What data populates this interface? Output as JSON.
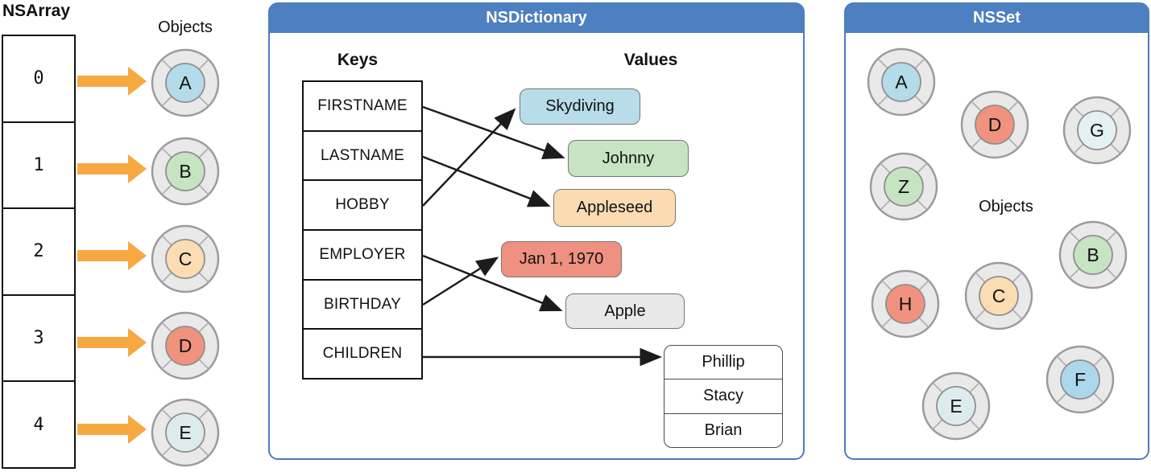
{
  "colors": {
    "panel_border_blue": "#4a7dbf",
    "header_blue": "#4d80c1",
    "arrow_orange": "#f7a841",
    "arrow_black": "#1c1c1c",
    "token_ring_gray": "#e9e9e9",
    "pill_blue": "#b8dcea",
    "pill_green": "#c6e3c2",
    "pill_peach": "#fbdcb2",
    "pill_salmon": "#ee9180",
    "pill_gray": "#e8e8e8"
  },
  "nsarray": {
    "title": "NSArray",
    "objects_label": "Objects",
    "cells": [
      {
        "index": "0",
        "letter": "A",
        "color": "#b3dbe9"
      },
      {
        "index": "1",
        "letter": "B",
        "color": "#c6e3c2"
      },
      {
        "index": "2",
        "letter": "C",
        "color": "#fcdcb2"
      },
      {
        "index": "3",
        "letter": "D",
        "color": "#f0927e"
      },
      {
        "index": "4",
        "letter": "E",
        "color": "#dcecee"
      }
    ]
  },
  "nsdictionary": {
    "title": "NSDictionary",
    "keys_label": "Keys",
    "values_label": "Values",
    "keys": [
      "FIRSTNAME",
      "LASTNAME",
      "HOBBY",
      "EMPLOYER",
      "BIRTHDAY",
      "CHILDREN"
    ],
    "values": [
      {
        "text": "Skydiving",
        "color": "#b8dcea"
      },
      {
        "text": "Johnny",
        "color": "#c6e3c2"
      },
      {
        "text": "Appleseed",
        "color": "#fbdcb2"
      },
      {
        "text": "Jan 1, 1970",
        "color": "#ee9180"
      },
      {
        "text": "Apple",
        "color": "#e8e8e8"
      }
    ],
    "children": [
      "Phillip",
      "Stacy",
      "Brian"
    ],
    "entries": [
      {
        "key": "FIRSTNAME",
        "value": "Johnny"
      },
      {
        "key": "LASTNAME",
        "value": "Appleseed"
      },
      {
        "key": "HOBBY",
        "value": "Skydiving"
      },
      {
        "key": "EMPLOYER",
        "value": "Apple"
      },
      {
        "key": "BIRTHDAY",
        "value": "Jan 1, 1970"
      },
      {
        "key": "CHILDREN",
        "value": "Phillip, Stacy, Brian"
      }
    ]
  },
  "nsset": {
    "title": "NSSet",
    "objects_label": "Objects",
    "members": [
      {
        "letter": "A",
        "color": "#b3dbe9"
      },
      {
        "letter": "D",
        "color": "#f0927e"
      },
      {
        "letter": "G",
        "color": "#e4f1f2"
      },
      {
        "letter": "Z",
        "color": "#c6e3c2"
      },
      {
        "letter": "B",
        "color": "#c6e3c2"
      },
      {
        "letter": "H",
        "color": "#f0927e"
      },
      {
        "letter": "C",
        "color": "#fcdcb2"
      },
      {
        "letter": "F",
        "color": "#abd7ec"
      },
      {
        "letter": "E",
        "color": "#dcecee"
      }
    ]
  }
}
